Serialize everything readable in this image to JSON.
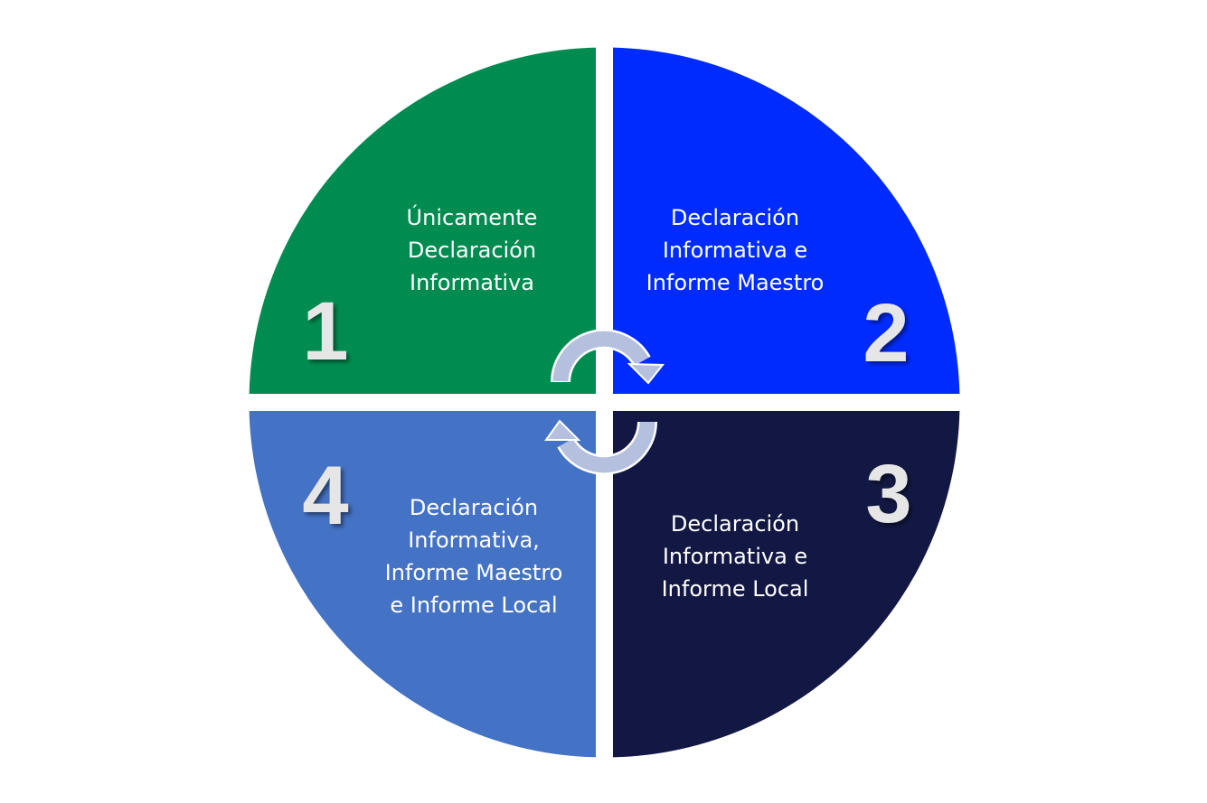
{
  "quadrants": [
    {
      "number": "1",
      "lines": [
        "Únicamente",
        "Declaración",
        "Informativa"
      ],
      "color": "#008C50"
    },
    {
      "number": "2",
      "lines": [
        "Declaración",
        "Informativa e",
        "Informe Maestro"
      ],
      "color": "#002BFF"
    },
    {
      "number": "3",
      "lines": [
        "Declaración",
        "Informativa e",
        "Informe Local"
      ],
      "color": "#121843"
    },
    {
      "number": "4",
      "lines": [
        "Declaración",
        "Informativa,",
        "Informe Maestro",
        "e Informe Local"
      ],
      "color": "#4472C4"
    }
  ],
  "arrow_color": "#B4C0DE"
}
